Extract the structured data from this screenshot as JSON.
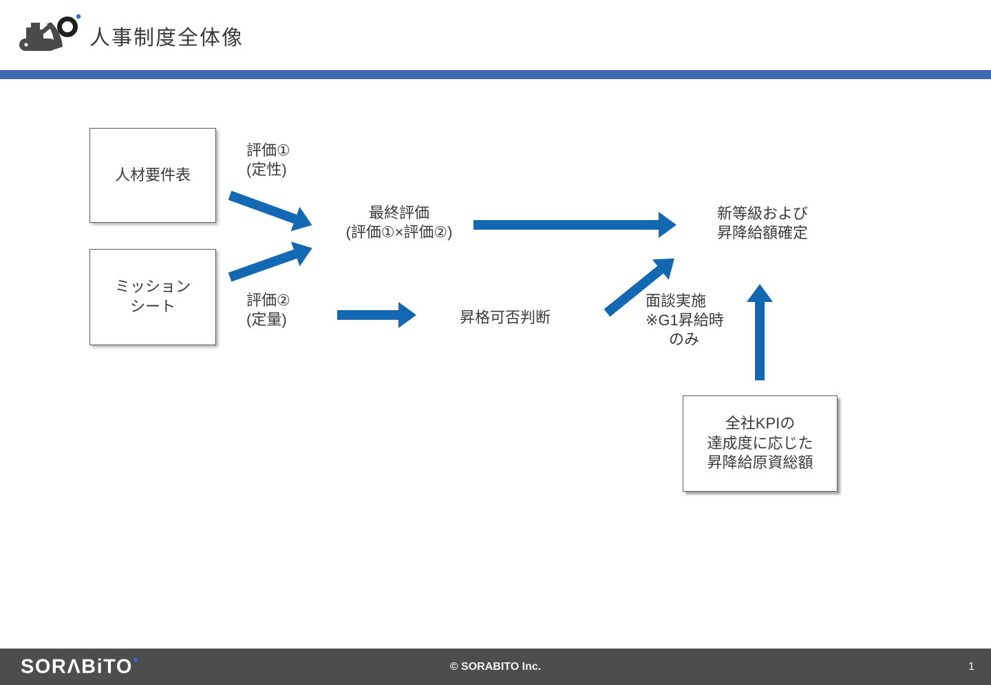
{
  "slide": {
    "title": "人事制度全体像",
    "page_number": "1"
  },
  "colors": {
    "accent_bar": "#4068B4",
    "accent_bar_border": "#35589C",
    "arrow_blue": "#1268B3",
    "footer_bg": "#4D4D4D",
    "logo_dark": "#4A4A4A",
    "logo_blue": "#2E6BE6",
    "text_dark": "#3A3A3A",
    "box_border": "#595959"
  },
  "diagram": {
    "box_talent": {
      "label": "人材要件表"
    },
    "box_mission": {
      "line1": "ミッション",
      "line2": "シート"
    },
    "box_kpi": {
      "line1": "全社KPIの",
      "line2": "達成度に応じた",
      "line3": "昇降給原資総額"
    },
    "label_eval1": {
      "line1": "評価①",
      "line2": "(定性)"
    },
    "label_eval2": {
      "line1": "評価②",
      "line2": "(定量)"
    },
    "label_final_eval": {
      "line1": "最終評価",
      "line2": "(評価①×評価②)"
    },
    "label_promotion": {
      "label": "昇格可否判断"
    },
    "label_new_grade": {
      "line1": "新等級および",
      "line2": "昇降給額確定"
    },
    "label_interview": {
      "line1": "面談実施",
      "line2": "※G1昇給時",
      "line3": "のみ"
    }
  },
  "footer": {
    "logo_text": "SORΛBiTO",
    "copyright": "© SORABITO Inc."
  }
}
